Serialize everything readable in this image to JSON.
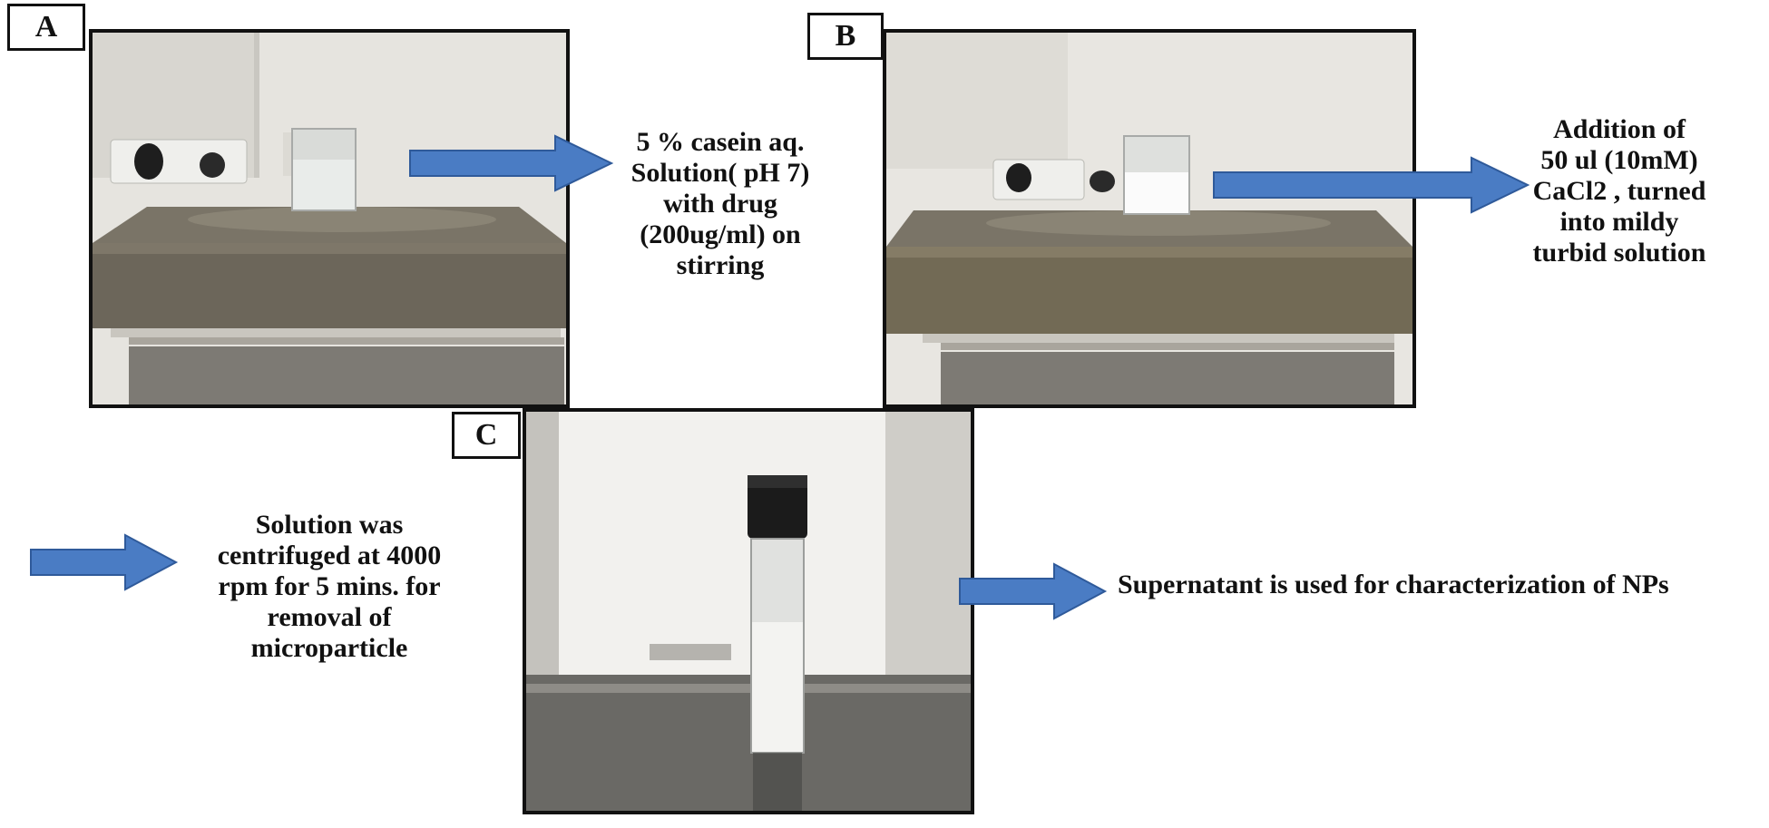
{
  "panels": {
    "a": {
      "label": "A",
      "caption": "5 % casein aq.\nSolution( pH 7)\nwith drug\n(200ug/ml) on\nstirring"
    },
    "b": {
      "label": "B",
      "caption": "Addition of\n50 ul (10mM)\nCaCl2 , turned\ninto  mildy\nturbid solution"
    },
    "c": {
      "label": "C",
      "caption_left": "Solution was\ncentrifuged at 4000\nrpm for 5 mins. for\nremoval of\nmicroparticle",
      "caption_right": "Supernatant is used for characterization of NPs"
    }
  },
  "colors": {
    "arrow": "#4a7cc4",
    "arrow_edge": "#2f5a9a",
    "frame": "#111111"
  }
}
